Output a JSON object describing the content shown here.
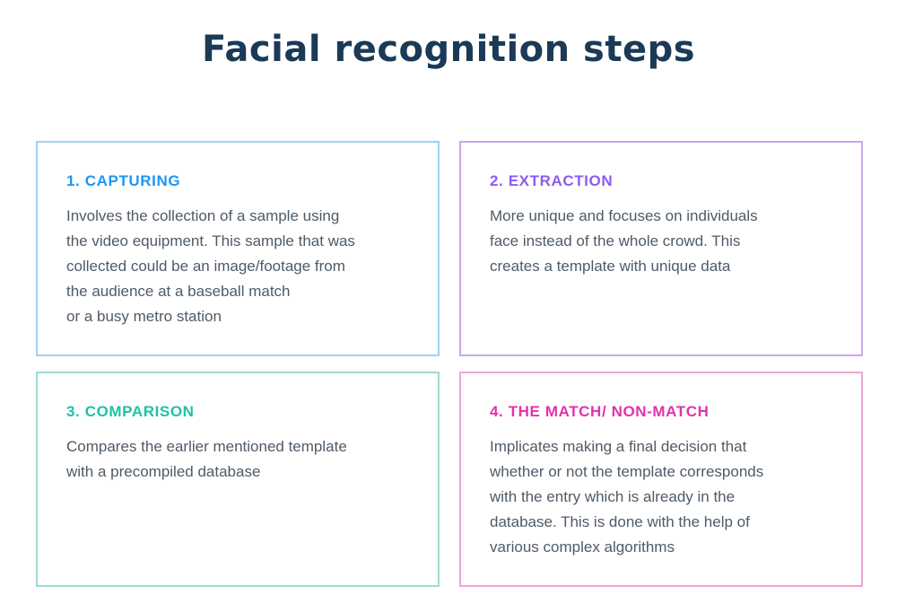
{
  "page": {
    "title": "Facial recognition steps",
    "title_color": "#1b3a57",
    "background_color": "#ffffff",
    "body_text_color": "#4e5b68"
  },
  "cards": [
    {
      "heading": "1. CAPTURING",
      "heading_color": "#1e96f0",
      "border_color": "#9dd3f3",
      "body": "Involves the collection of a sample using\nthe video equipment. This sample that was\ncollected could be an image/footage from\nthe audience at a baseball match\nor a busy metro station"
    },
    {
      "heading": "2. EXTRACTION",
      "heading_color": "#8c5cf2",
      "border_color": "#c7a9ec",
      "body": "More unique and focuses on individuals\nface instead of the whole crowd. This\ncreates a template with unique data"
    },
    {
      "heading": "3. COMPARISON",
      "heading_color": "#1fc2a5",
      "border_color": "#a0dbd4",
      "body": "Compares the earlier mentioned template\nwith a precompiled database"
    },
    {
      "heading": "4. THE MATCH/ NON-MATCH",
      "heading_color": "#e331ae",
      "border_color": "#eba7d8",
      "body": "Implicates making a final decision that\nwhether or not the template corresponds\nwith the entry which is already in the\ndatabase. This is done with the help of\nvarious complex algorithms"
    }
  ]
}
